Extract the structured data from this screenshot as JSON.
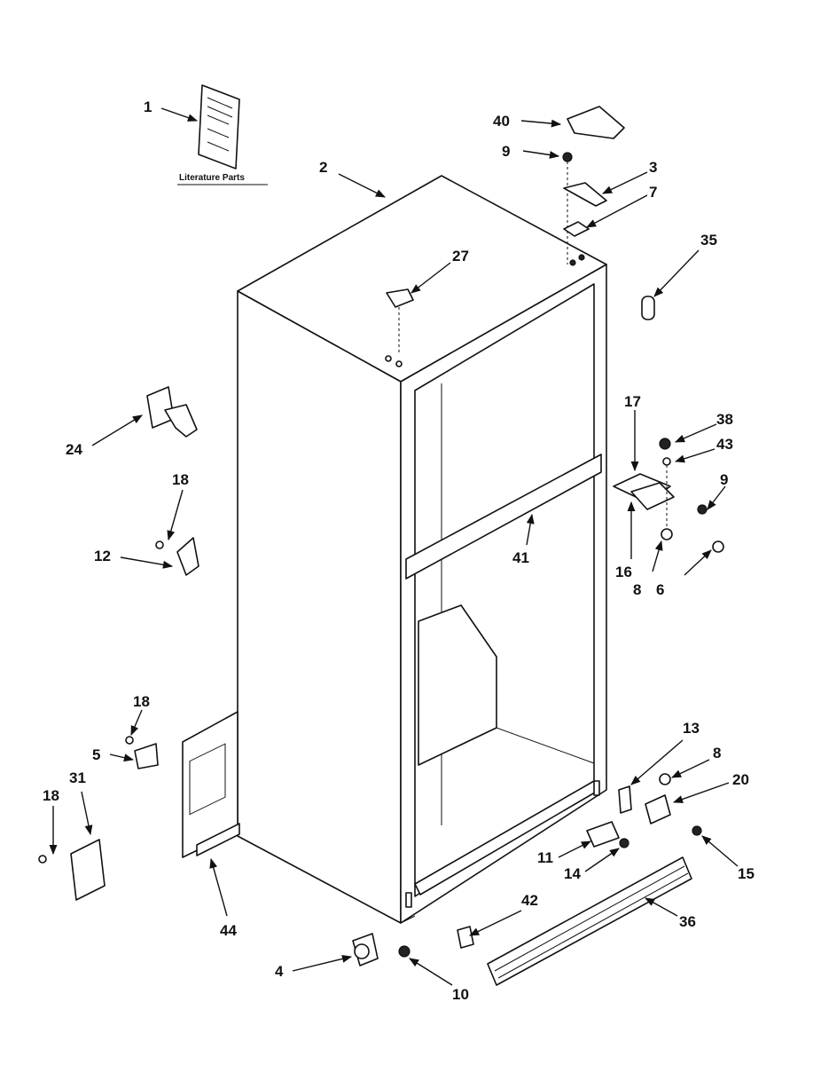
{
  "diagram": {
    "literature_label": "Literature Parts",
    "callouts": [
      "1",
      "2",
      "40",
      "9",
      "3",
      "7",
      "35",
      "27",
      "24",
      "18",
      "12",
      "17",
      "38",
      "43",
      "9",
      "16",
      "8",
      "6",
      "41",
      "18",
      "5",
      "18",
      "31",
      "44",
      "13",
      "8",
      "20",
      "11",
      "14",
      "15",
      "42",
      "36",
      "4",
      "10"
    ]
  }
}
